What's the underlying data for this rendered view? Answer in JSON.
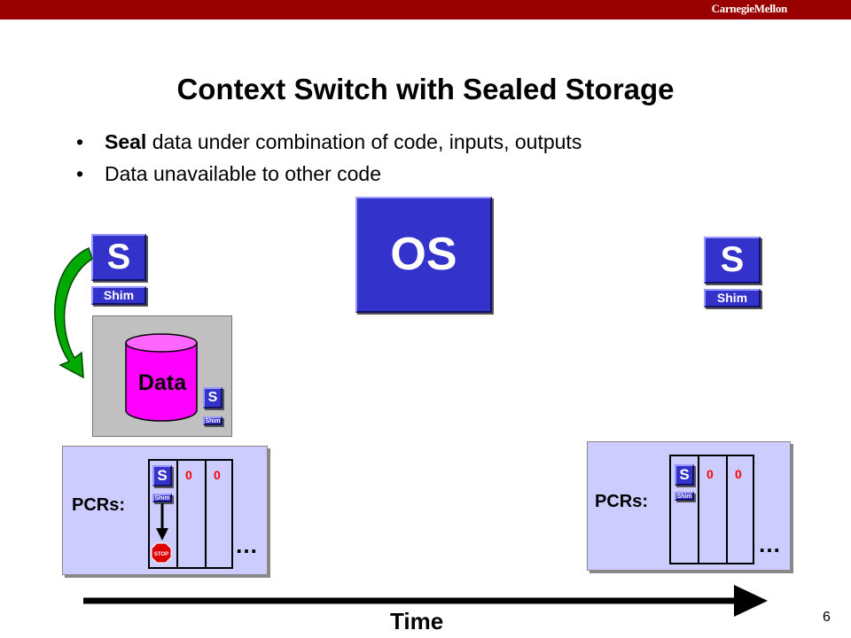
{
  "header": {
    "brand": "CarnegieMellon",
    "brand_color": "#990000"
  },
  "slide": {
    "title": "Context Switch with Sealed Storage",
    "bullets": [
      {
        "bold": "Seal",
        "text": " data under combination of code, inputs, outputs"
      },
      {
        "bold": "",
        "text": "Data unavailable to other code"
      }
    ],
    "page_number": "6"
  },
  "boxes": {
    "os_label": "OS",
    "s_label": "S",
    "shim_label": "Shim",
    "data_label": "Data",
    "stop_label": "STOP"
  },
  "pcrs": {
    "label": "PCRs:",
    "values": [
      "0",
      "0"
    ],
    "ellipsis": "…"
  },
  "timeline": {
    "label": "Time"
  },
  "colors": {
    "blue": "#3333cc",
    "note": "#ccccff",
    "cylinder": "#ff00ff",
    "arrow": "#00aa00",
    "zero": "#ff0000"
  }
}
